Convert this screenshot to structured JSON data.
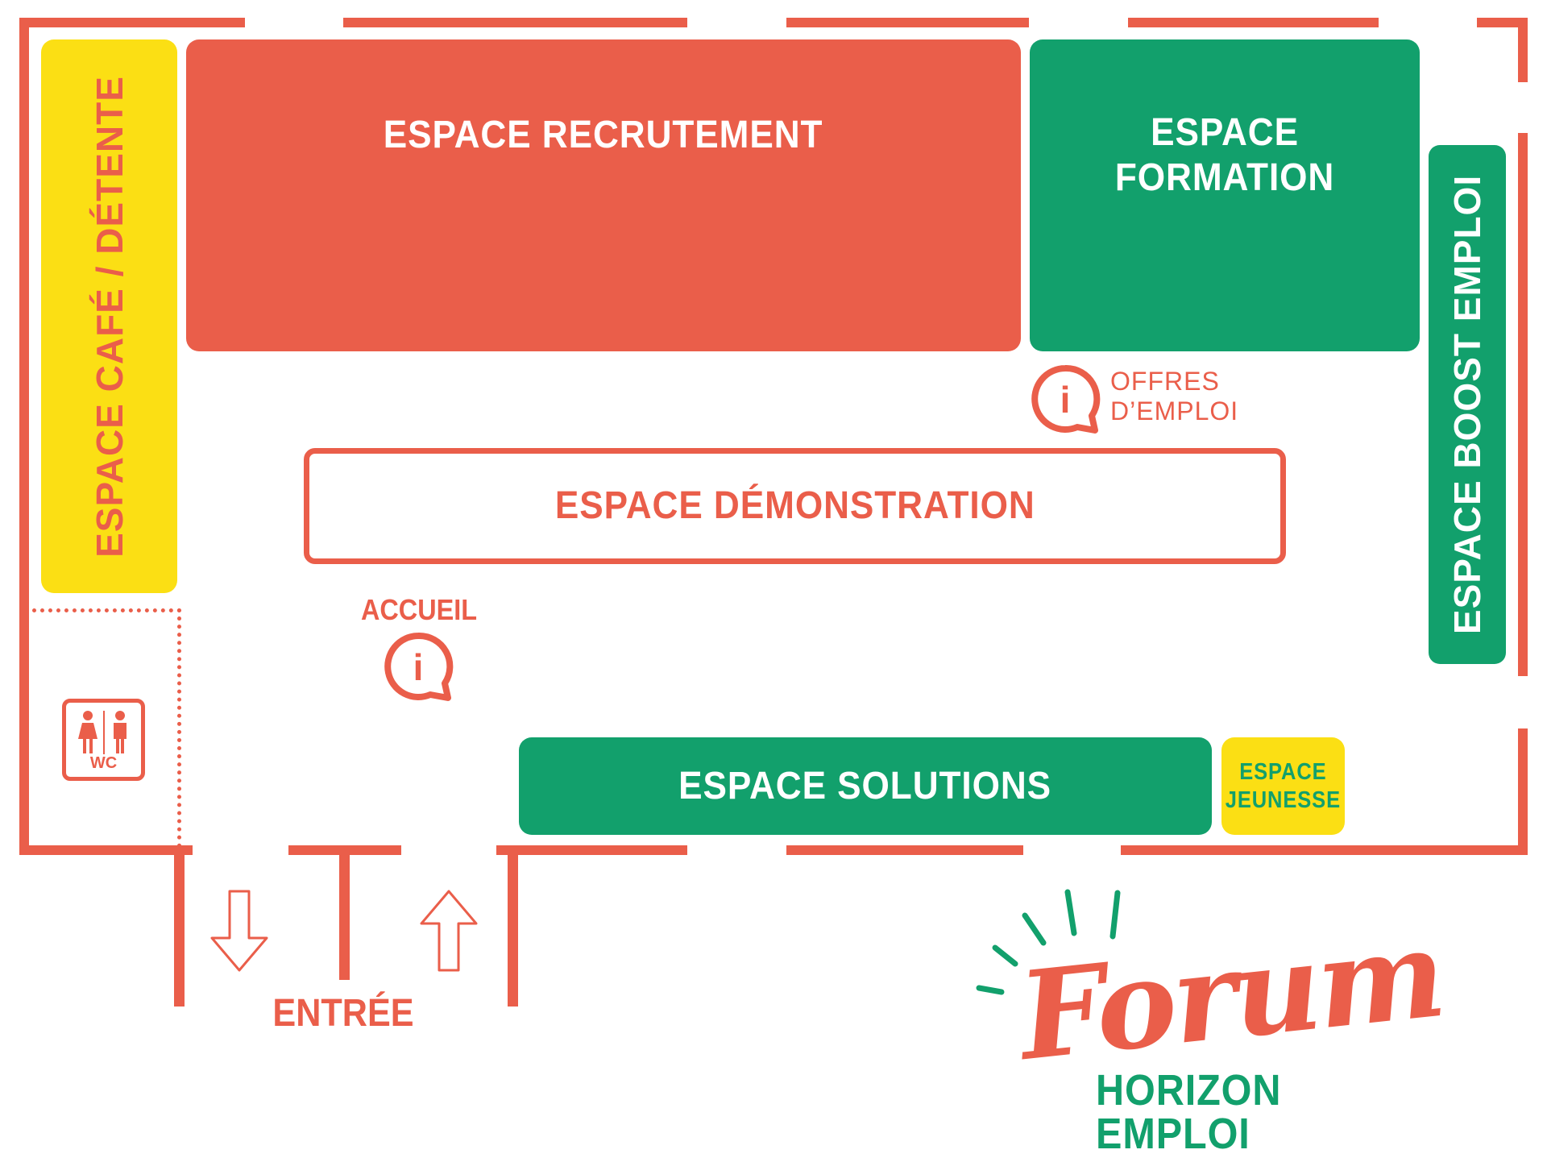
{
  "colors": {
    "red": "#EA5E4A",
    "green": "#12A06C",
    "yellow": "#FBDF14"
  },
  "zones": {
    "cafe": "ESPACE CAFÉ / DÉTENTE",
    "recrutement": "ESPACE RECRUTEMENT",
    "formation_line1": "ESPACE",
    "formation_line2": "FORMATION",
    "boost": "ESPACE BOOST EMPLOI",
    "demonstration": "ESPACE DÉMONSTRATION",
    "solutions": "ESPACE SOLUTIONS",
    "jeunesse_line1": "ESPACE",
    "jeunesse_line2": "JEUNESSE"
  },
  "info_points": {
    "offres_line1": "OFFRES",
    "offres_line2": "D’EMPLOI",
    "accueil": "ACCUEIL",
    "info_glyph": "i"
  },
  "wc": {
    "label": "WC"
  },
  "entrance": {
    "label": "ENTRÉE"
  },
  "logo": {
    "script": "Forum",
    "subtitle": "HORIZON EMPLOI"
  }
}
